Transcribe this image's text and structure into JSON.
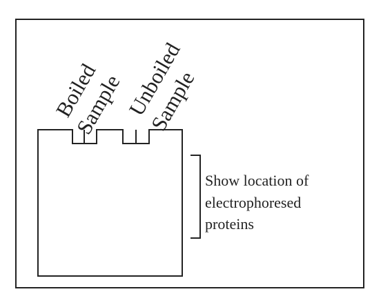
{
  "labels": {
    "boiled_line1": "Boiled",
    "boiled_line2": "Sample",
    "unboiled_line1": "Unboiled",
    "unboiled_line2": "Sample",
    "side_line1": "Show location of",
    "side_line2": "electrophoresed",
    "side_line3": "proteins"
  }
}
